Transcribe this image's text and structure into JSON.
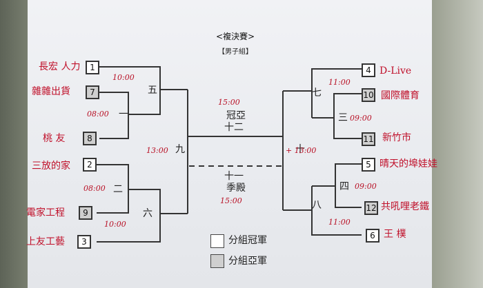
{
  "title": "<複決賽>",
  "subtitle": "【男子組】",
  "left_teams": [
    {
      "seed": "1",
      "name": "長宏 人力"
    },
    {
      "seed": "7",
      "name": "雜雜出貨"
    },
    {
      "seed": "8",
      "name": "桃 友"
    },
    {
      "seed": "2",
      "name": "三放的家"
    },
    {
      "seed": "9",
      "name": "電家工程"
    },
    {
      "seed": "3",
      "name": "上友工藝"
    }
  ],
  "right_teams": [
    {
      "seed": "4",
      "name": "D-Live"
    },
    {
      "seed": "10",
      "name": "國際體育"
    },
    {
      "seed": "11",
      "name": "新竹市"
    },
    {
      "seed": "5",
      "name": "晴天的埠娃娃"
    },
    {
      "seed": "12",
      "name": "共吼哩老鐵"
    },
    {
      "seed": "6",
      "name": "王 樸"
    }
  ],
  "matches": {
    "one": "一",
    "two": "二",
    "three": "三",
    "four": "四",
    "five": "五",
    "six": "六",
    "seven": "七",
    "eight": "八",
    "nine": "九",
    "ten": "十",
    "eleven": "十一",
    "twelve": "十二"
  },
  "times": {
    "t1": "10:00",
    "t2": "08:00",
    "t3": "08:00",
    "t4": "10:00",
    "t5": "13:00",
    "t6": "11:00",
    "t7": "09:00",
    "t8": "09:00",
    "t9": "11:00",
    "t10": "+ 13:00",
    "final": "15:00",
    "third": "15:00"
  },
  "final_label": "冠亞",
  "third_label": "季殿",
  "legend": [
    {
      "label": "分組冠軍",
      "fill": "#ffffff"
    },
    {
      "label": "分組亞軍",
      "fill": "#cfcfcf"
    }
  ],
  "colors": {
    "handwriting": "#c0102a",
    "lines": "#333333"
  }
}
